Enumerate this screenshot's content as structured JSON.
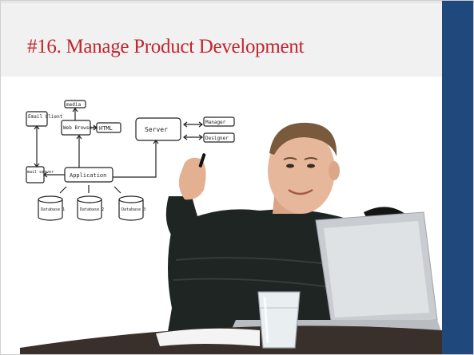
{
  "slide": {
    "title": "#16. Manage Product Development"
  },
  "diagram": {
    "nodes": {
      "email_client": "Email Client",
      "media": "media",
      "web_browser": "Web Browser",
      "html": "HTML",
      "server": "Server",
      "manager": "Manager",
      "designer": "Designer",
      "mail_server": "mail server",
      "application": "Application",
      "database_1": "Database 1",
      "database_2": "Database 2",
      "database_3": "Database 3"
    }
  },
  "colors": {
    "title": "#c0272d",
    "right_panel": "#1f497d",
    "sweater": "#1e2522",
    "laptop": "#c9ccd0"
  }
}
